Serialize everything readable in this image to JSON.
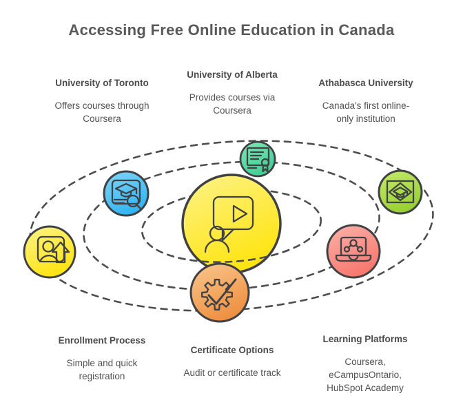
{
  "title": "Accessing Free Online Education in Canada",
  "notes": {
    "top": [
      {
        "heading": "University of Toronto",
        "body": "Offers courses through\nCoursera"
      },
      {
        "heading": "University of Alberta",
        "body": "Provides courses via\nCoursera"
      },
      {
        "heading": "Athabasca University",
        "body": "Canada's first online-\nonly institution"
      }
    ],
    "bottom": [
      {
        "heading": "Enrollment Process",
        "body": "Simple and quick\nregistration"
      },
      {
        "heading": "Certificate Options",
        "body": "Audit or certificate track"
      },
      {
        "heading": "Learning Platforms",
        "body": "Coursera,\neCampusOntario,\nHubSpot Academy"
      }
    ]
  },
  "nodes": {
    "center": {
      "icon": "video-lesson-chat-icon",
      "color": "yellow"
    },
    "satellites": [
      {
        "icon": "course-search-icon",
        "color": "blue"
      },
      {
        "icon": "certificate-icon",
        "color": "mint"
      },
      {
        "icon": "graduation-mail-icon",
        "color": "lime"
      },
      {
        "icon": "enrollment-upload-icon",
        "color": "yellow"
      },
      {
        "icon": "online-learning-laptop-icon",
        "color": "pink"
      },
      {
        "icon": "gear-check-icon",
        "color": "orange"
      }
    ]
  },
  "colors": {
    "background": "#FFFFFF",
    "outline": "#3F4144",
    "orbit_stroke": "#4D4D4F",
    "title_text": "#58595B",
    "heading_text": "#4B4B4D",
    "body_text": "#515153",
    "yellow": [
      "#FDF282",
      "#FFE40E"
    ],
    "blue": [
      "#7DD4F8",
      "#2FB3F1"
    ],
    "mint": [
      "#7FE4B6",
      "#3ECE92"
    ],
    "lime": [
      "#C3E86A",
      "#96CF2E"
    ],
    "pink": [
      "#FCAFA7",
      "#F7766C"
    ],
    "orange": [
      "#F9C489",
      "#EE8E3F"
    ]
  }
}
